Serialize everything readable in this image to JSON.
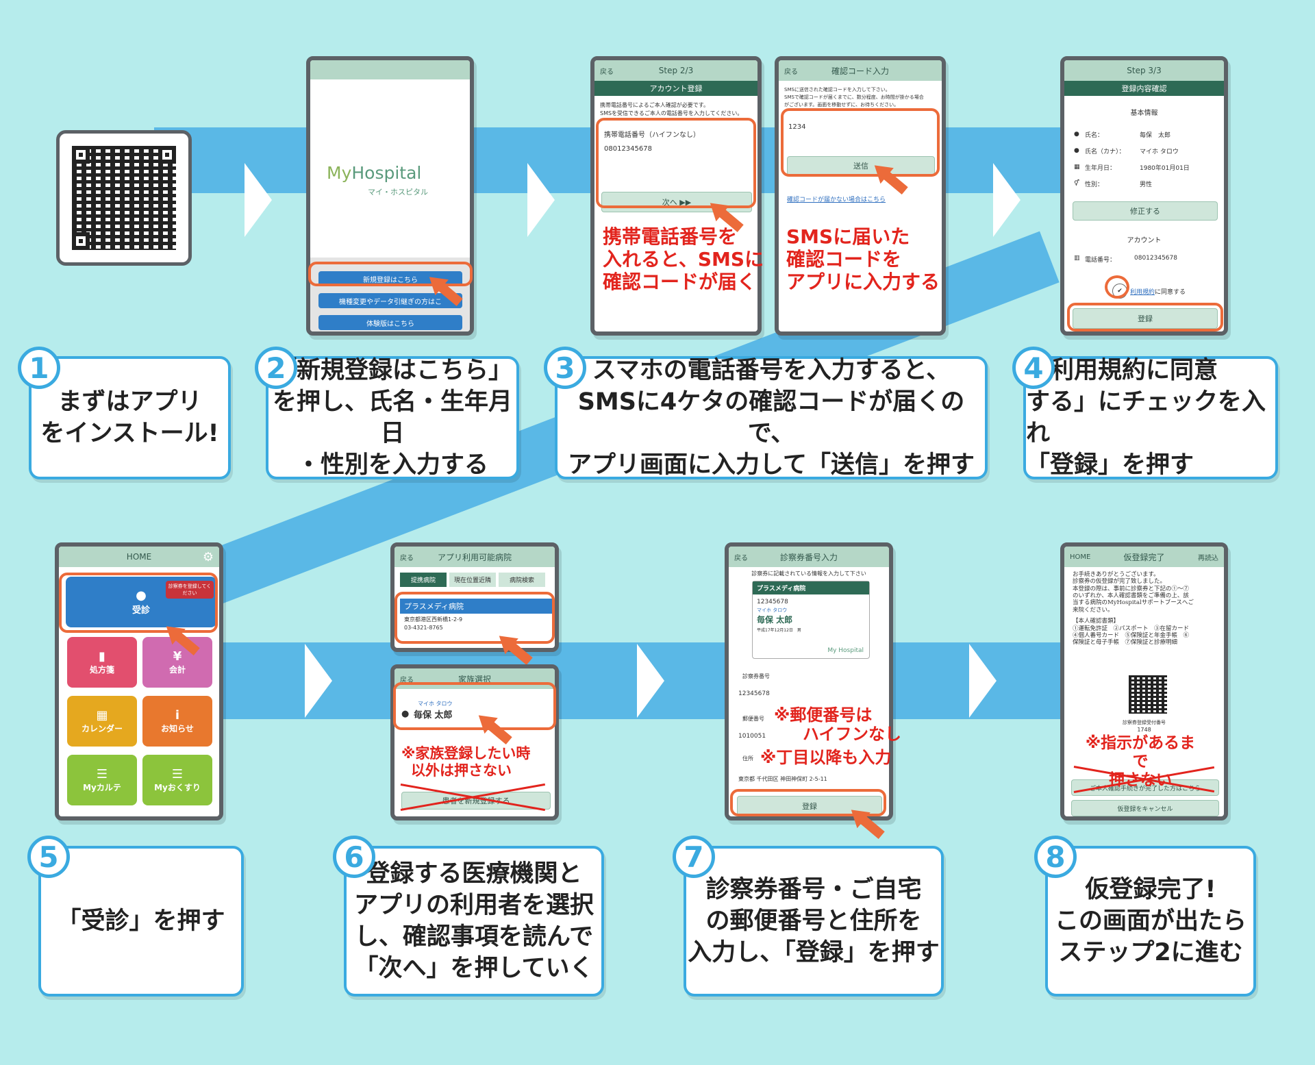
{
  "step_numbers": [
    "1",
    "2",
    "3",
    "4",
    "5",
    "6",
    "7",
    "8"
  ],
  "steps": [
    [
      "まずはアプリ",
      "をインストール!"
    ],
    [
      "「新規登録はこちら」",
      "を押し、氏名・生年月日",
      "・性別を入力する"
    ],
    [
      "スマホの電話番号を入力すると、",
      "SMSに4ケタの確認コードが届くので、",
      "アプリ画面に入力して「送信」を押す"
    ],
    [
      "「利用規約に同意",
      "する」にチェックを入れ",
      "「登録」を押す"
    ],
    [
      "「受診」を押す"
    ],
    [
      "登録する医療機関と",
      "アプリの利用者を選択",
      "し、確認事項を読んで",
      "「次へ」を押していく"
    ],
    [
      "診察券番号・ご自宅",
      "の郵便番号と住所を",
      "入力し、「登録」を押す"
    ],
    [
      "仮登録完了!",
      "この画面が出たら",
      "ステップ2に進む"
    ]
  ],
  "annotations": {
    "sms": [
      "携帯電話番号を",
      "入れると、SMSに",
      "確認コードが届く"
    ],
    "code": [
      "SMSに届いた",
      "確認コードを",
      "アプリに入力する"
    ],
    "family": [
      "※家族登録したい時",
      "以外は押さない"
    ],
    "postal": [
      "※郵便番号は",
      "ハイフンなし"
    ],
    "address": "※丁目以降も入力",
    "instruct": [
      "※指示があるまで",
      "押さない"
    ]
  },
  "s2": {
    "logo": "Hospital",
    "logo_prefix": "My",
    "logo_sub": "マイ・ホスピタル",
    "btn_new": "新規登録はこちら",
    "btn_transfer": "機種変更やデータ引継ぎの方はこ",
    "btn_trial": "体験版はこちら"
  },
  "s3a": {
    "back": "戻る",
    "step": "Step 2/3",
    "bar": "アカウント登録",
    "desc1": "携帯電話番号によるご本人確認が必要です。",
    "desc2": "SMSを受信できるご本人の電話番号を入力してください。",
    "field_label": "携帯電話番号（ハイフンなし）",
    "phone": "08012345678",
    "next": "次へ ▶▶"
  },
  "s3b": {
    "back": "戻る",
    "title": "確認コード入力",
    "desc1": "SMSに送信された確認コードを入力して下さい。",
    "desc2": "SMSで確認コードが届くまでに、数分程度、お時間が掛かる場合",
    "desc3": "がございます。画面を移動せずに、お待ちください。",
    "code": "1234",
    "send": "送信",
    "link": "確認コードが届かない場合はこちら"
  },
  "s4": {
    "step": "Step 3/3",
    "bar": "登録内容確認",
    "section_basic": "基本情報",
    "rows": [
      {
        "label": "氏名：",
        "value": "毎保　太郎"
      },
      {
        "label": "氏名（カナ）：",
        "value": "マイホ タロウ"
      },
      {
        "label": "生年月日：",
        "value": "1980年01月01日"
      },
      {
        "label": "性別：",
        "value": "男性"
      }
    ],
    "edit": "修正する",
    "section_account": "アカウント",
    "phone_label": "電話番号：",
    "phone": "08012345678",
    "terms_link": "利用規約",
    "terms_rest": "に同意する",
    "register": "登録"
  },
  "s5": {
    "title": "HOME",
    "badge": "診察券を登録してください",
    "tiles": [
      "受診",
      "処方箋",
      "会計",
      "カレンダー",
      "お知らせ",
      "Myカルテ",
      "Myおくすり"
    ]
  },
  "s6a": {
    "back": "戻る",
    "title": "アプリ利用可能病院",
    "tabs": [
      "提携病院",
      "現在位置近隣",
      "病院検索"
    ],
    "hospital": "プラスメディ病院",
    "address": "東京都港区西新橋1-2-9",
    "tel": "03-4321-8765"
  },
  "s6b": {
    "back": "戻る",
    "title": "家族選択",
    "kana": "マイホ タロウ",
    "name": "毎保 太郎",
    "add_family": "患者を新規登録する"
  },
  "s7": {
    "back": "戻る",
    "title": "診察券番号入力",
    "hint": "診察券に記載されている情報を入力して下さい",
    "card_hospital": "プラスメディ病院",
    "card_number": "12345678",
    "card_kana": "マイホ タロウ",
    "card_name": "毎保 太郎",
    "card_dob": "平成17年12月12日　男",
    "card_logo": "My Hospital",
    "label_card": "診察券番号",
    "card_value": "12345678",
    "label_postal": "郵便番号",
    "postal_value": "1010051",
    "label_address": "住所",
    "address_value": "東京都 千代田区 神田神保町 2-5-11",
    "register": "登録"
  },
  "s8": {
    "home": "HOME",
    "title": "仮登録完了",
    "reread": "再読込",
    "body": [
      "お手続きありがとうございます。",
      "診察券の仮登録が完了致しました。",
      "本登録の際は、事前に診察券と下記の①〜⑦",
      "のいずれか、本人確認書類をご準備の上、該",
      "当する病院のMyHospitalサポートブースへご",
      "来院ください。"
    ],
    "docs_title": "【本人確認書類】",
    "docs": [
      "①運転免許証　②パスポート　③在留カード",
      "④個人番号カード　⑤保険証と年金手帳　⑥",
      "保険証と母子手帳　⑦保険証と診療明細"
    ],
    "code_label": "診察券登録受付番号",
    "code": "1748",
    "btn_done": "ご本人確認手続きが完了した方はこちら",
    "btn_cancel": "仮登録をキャンセル"
  }
}
